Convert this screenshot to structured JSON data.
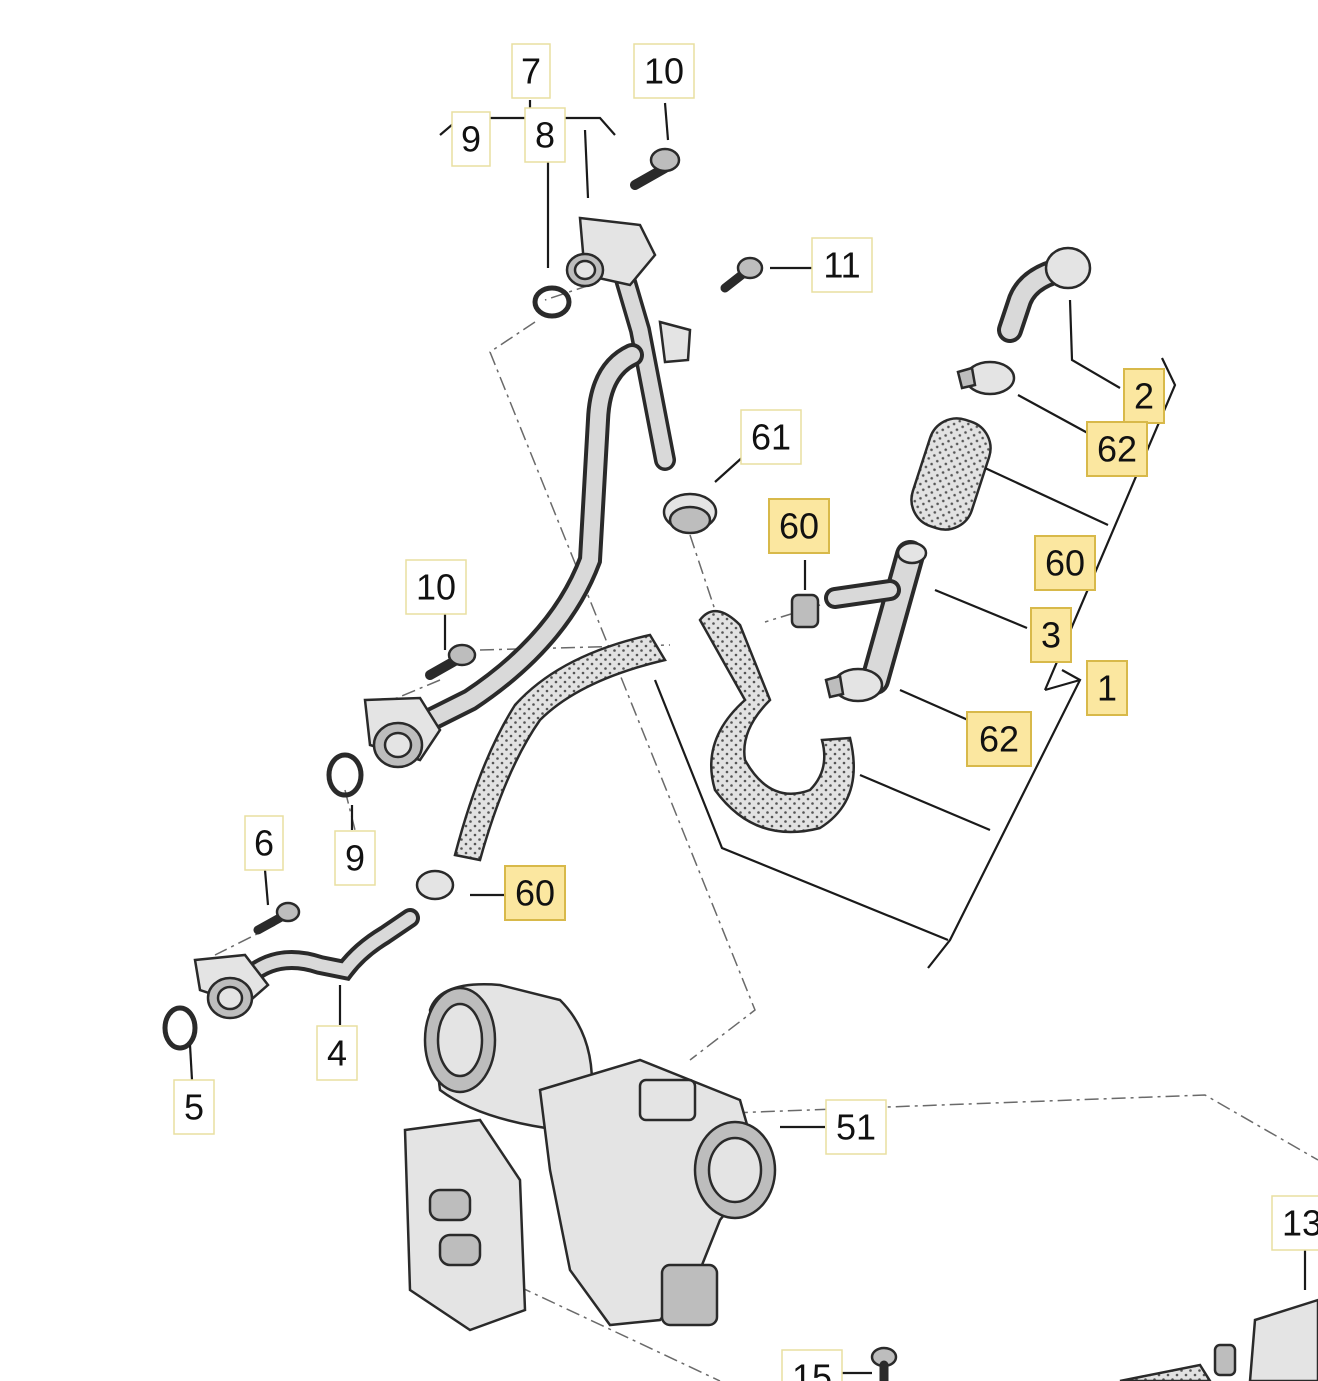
{
  "colors": {
    "highlight_fill": "#fbe7a0",
    "highlight_border": "#d8b94a",
    "box_border": "#e9dfa0",
    "line": "#1a1a1a"
  },
  "callouts": {
    "c7": "7",
    "c9_top": "9",
    "c8": "8",
    "c10_top": "10",
    "c11": "11",
    "c2": "2",
    "c62_top": "62",
    "c61": "61",
    "c60_mid": "60",
    "c60_right": "60",
    "c3": "3",
    "c1": "1",
    "c62_bottom": "62",
    "c10_mid": "10",
    "c9_mid": "9",
    "c6": "6",
    "c60_bottom": "60",
    "c4": "4",
    "c5": "5",
    "c51": "51",
    "c13": "13",
    "c15": "15"
  }
}
